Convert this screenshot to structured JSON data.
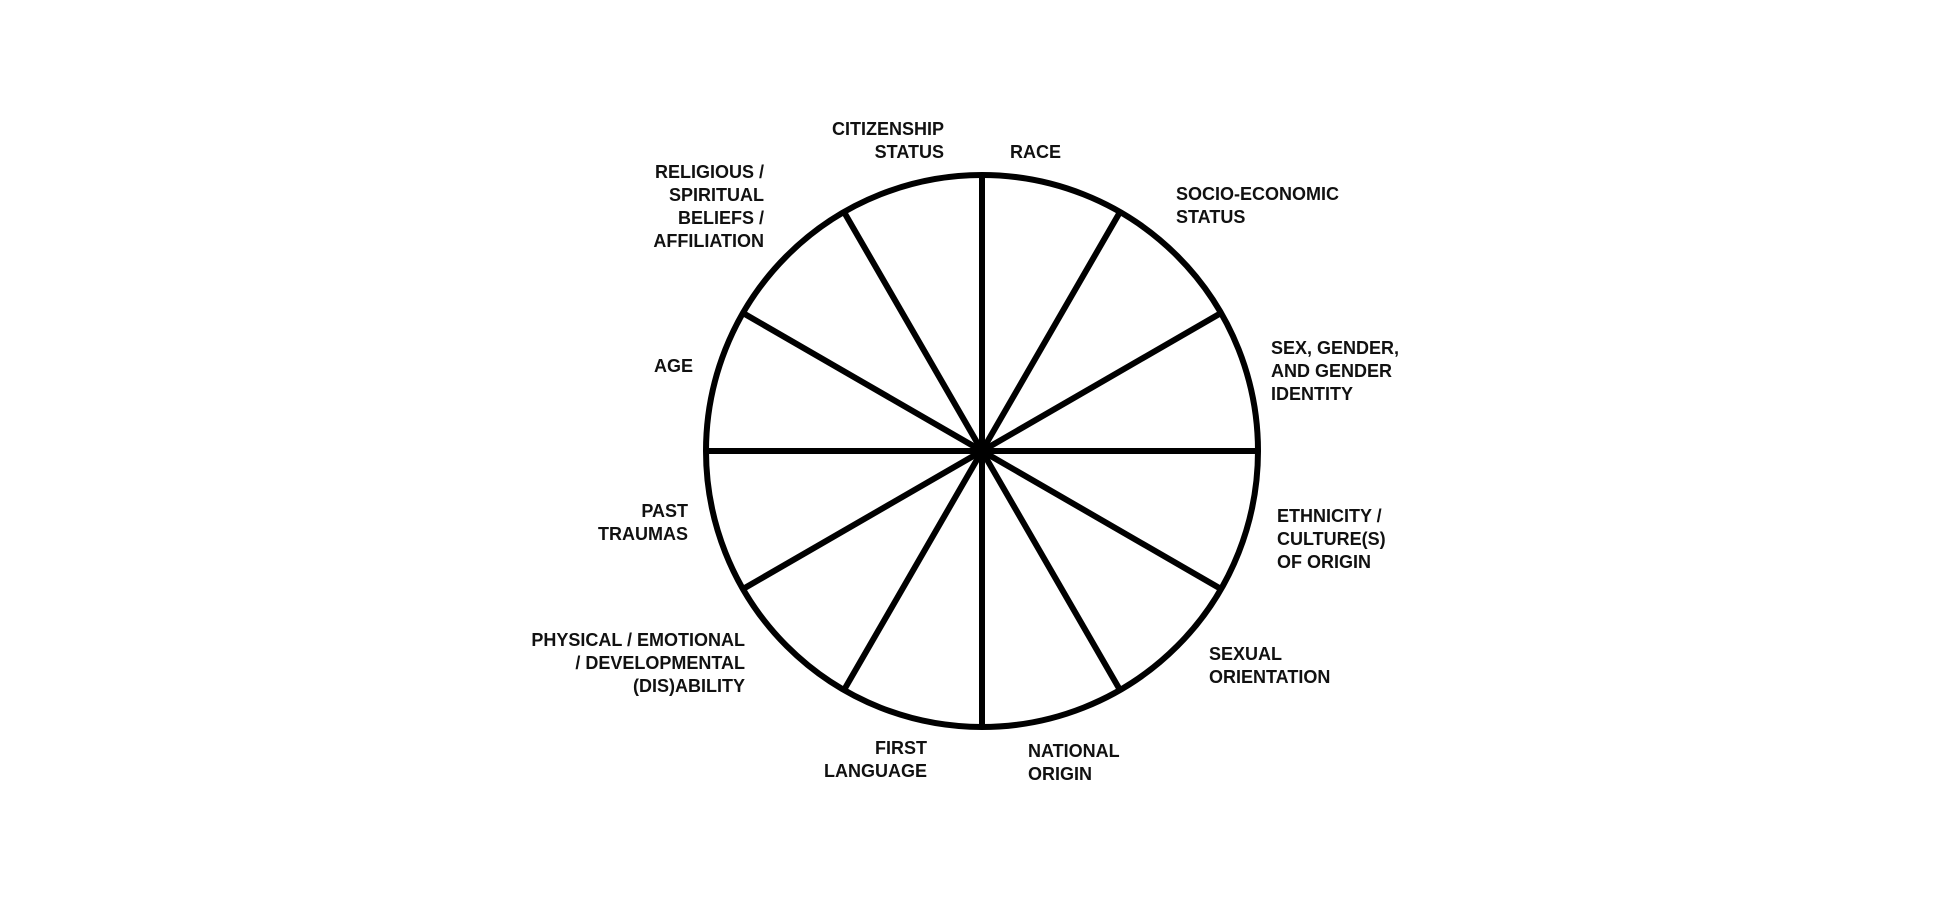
{
  "diagram": {
    "stroke_color": "#000000",
    "background_color": "#ffffff",
    "segments": [
      {
        "id": "race",
        "lines": [
          "RACE"
        ]
      },
      {
        "id": "socio-economic-status",
        "lines": [
          "SOCIO-ECONOMIC",
          "STATUS"
        ]
      },
      {
        "id": "sex-gender-identity",
        "lines": [
          "SEX, GENDER,",
          "AND GENDER",
          "IDENTITY"
        ]
      },
      {
        "id": "ethnicity-culture",
        "lines": [
          "ETHNICITY /",
          "CULTURE(S)",
          "OF ORIGIN"
        ]
      },
      {
        "id": "sexual-orientation",
        "lines": [
          "SEXUAL",
          "ORIENTATION"
        ]
      },
      {
        "id": "national-origin",
        "lines": [
          "NATIONAL",
          "ORIGIN"
        ]
      },
      {
        "id": "first-language",
        "lines": [
          "FIRST",
          "LANGUAGE"
        ]
      },
      {
        "id": "disability",
        "lines": [
          "PHYSICAL / EMOTIONAL",
          "/ DEVELOPMENTAL",
          "(DIS)ABILITY"
        ]
      },
      {
        "id": "past-traumas",
        "lines": [
          "PAST",
          "TRAUMAS"
        ]
      },
      {
        "id": "age",
        "lines": [
          "AGE"
        ]
      },
      {
        "id": "religious-beliefs",
        "lines": [
          "RELIGIOUS /",
          "SPIRITUAL",
          "BELIEFS /",
          "AFFILIATION"
        ]
      },
      {
        "id": "citizenship-status",
        "lines": [
          "CITIZENSHIP",
          "STATUS"
        ]
      }
    ]
  }
}
